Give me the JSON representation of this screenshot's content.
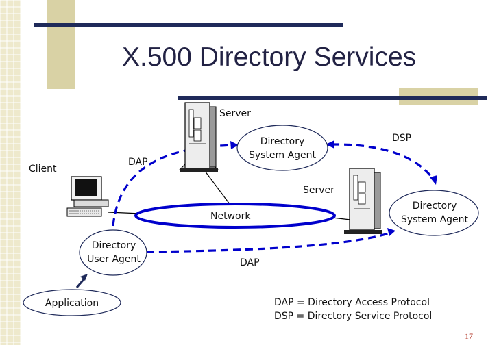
{
  "slide": {
    "title": "X.500 Directory Services",
    "page_number": "17"
  },
  "colors": {
    "accent_dark": "#1f2a5a",
    "accent_olive": "#d9d2a5",
    "link_blue": "#0000cc",
    "grid_cell": "#eee9cc"
  },
  "diagram": {
    "labels": {
      "server_top": "Server",
      "server_right": "Server",
      "client": "Client",
      "dap_top": "DAP",
      "dap_bottom": "DAP",
      "dsp": "DSP",
      "network": "Network"
    },
    "nodes": {
      "dsa_top": {
        "line1": "Directory",
        "line2": "System Agent"
      },
      "dsa_right": {
        "line1": "Directory",
        "line2": "System Agent"
      },
      "dua": {
        "line1": "Directory",
        "line2": "User Agent"
      },
      "application": {
        "label": "Application"
      }
    },
    "icons": {
      "server_top": "server-tower-icon",
      "server_right": "server-tower-icon",
      "client": "desktop-computer-icon"
    }
  },
  "legend": {
    "line1": "DAP = Directory Access Protocol",
    "line2": "DSP = Directory Service Protocol"
  }
}
